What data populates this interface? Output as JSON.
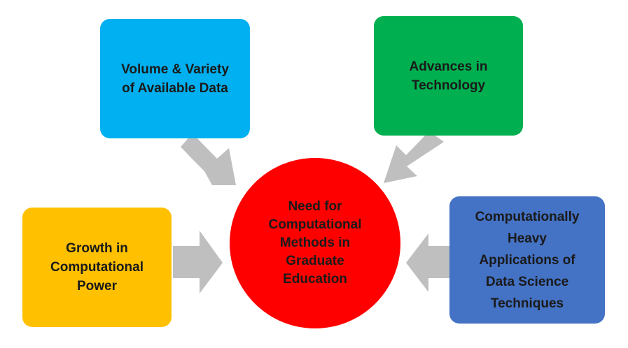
{
  "colors": {
    "top_left": "#00B0F0",
    "top_right": "#00B050",
    "left": "#FFC000",
    "right": "#4472C4",
    "center": "#FF0000",
    "arrow": "#BFBFBF"
  },
  "boxes": {
    "top_left": "Volume & Variety\nof Available Data",
    "top_right": "Advances in\nTechnology",
    "left": "Growth in\nComputational\nPower",
    "right": "Computationally\nHeavy\nApplications of\nData Science\nTechniques"
  },
  "center": "Need for\nComputational\nMethods in\nGraduate\nEducation"
}
